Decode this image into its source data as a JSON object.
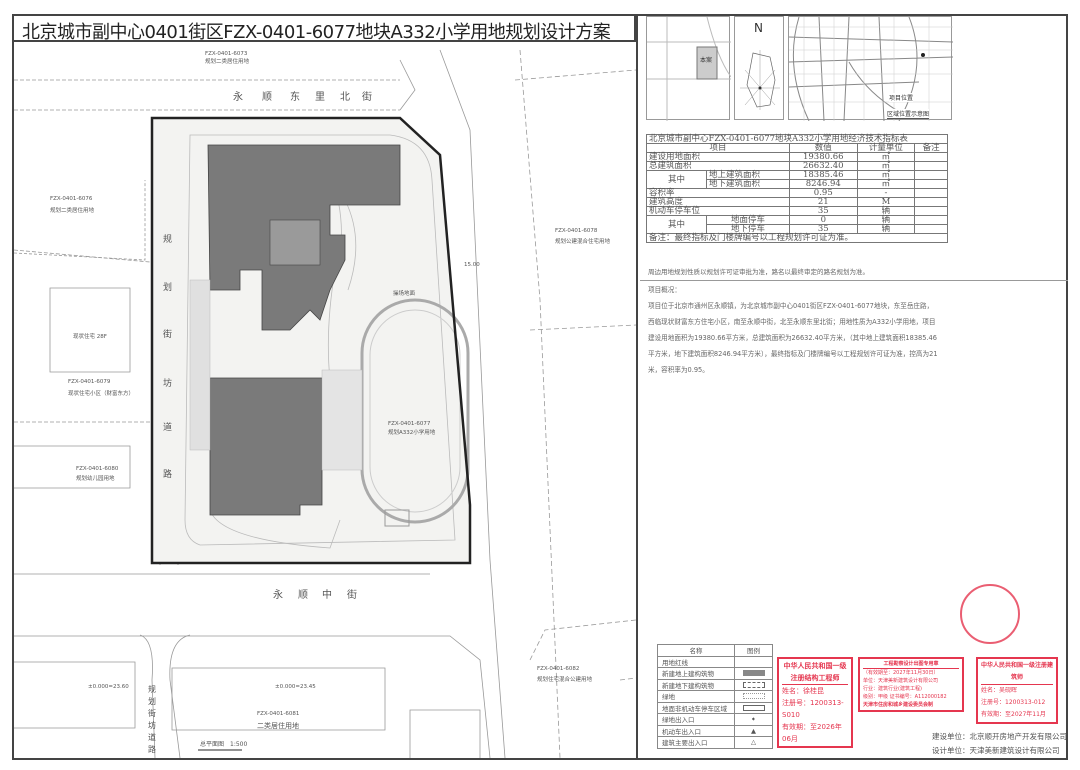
{
  "title": "北京城市副中心0401街区FZX-0401-6077地块A332小学用地规划设计方案",
  "plan": {
    "roads": {
      "north": [
        "永",
        "顺",
        "东",
        "里",
        "北",
        "街"
      ],
      "south": [
        "永",
        "顺",
        "中",
        "街"
      ],
      "west": [
        "规",
        "划",
        "街",
        "坊",
        "道",
        "路"
      ],
      "southwest": [
        "规",
        "划",
        "街",
        "坊",
        "道",
        "路"
      ]
    },
    "parcels": [
      {
        "code": "FZX-0401-6073",
        "use": "规划二类居住用地"
      },
      {
        "code": "FZX-0401-6076",
        "use": "规划二类居住用地"
      },
      {
        "code": "FZX-0401-6078",
        "use": "规划公建混合住宅用地"
      },
      {
        "code": "FZX-0401-6079",
        "use": "现状住宅小区（财富东方）"
      },
      {
        "code": "FZX-0401-6080",
        "use": "规划幼儿园用地"
      },
      {
        "code": "FZX-0401-6077",
        "use": "规划A332小学用地"
      },
      {
        "code": "FZX-0401-6081",
        "use": "二类居住用地"
      },
      {
        "code": "FZX-0401-6082",
        "use": "规划住宅混合公建用地"
      }
    ],
    "existing_housing_label": "现状住宅 28F",
    "field_label": "操场地面",
    "elevation_1": "±0.000=23.60",
    "elevation_2": "±0.000=23.45",
    "dimension_east": "15.00",
    "scale_title": "总平面图",
    "scale": "1:500"
  },
  "keymap": {
    "site_label": "本案",
    "north_label": "N",
    "project_location": "项目位置",
    "region_title": "区域位置示意图"
  },
  "index_table": {
    "title": "北京城市副中心FZX-0401-6077地块A332小学用地经济技术指标表",
    "headers": [
      "项目",
      "数值",
      "计量单位",
      "备注"
    ],
    "rows": [
      {
        "item": "建设用地面积",
        "value": "19380.66",
        "unit": "㎡"
      },
      {
        "item": "总建筑面积",
        "value": "26632.40",
        "unit": "㎡"
      },
      {
        "group": "其中",
        "item": "地上建筑面积",
        "value": "18385.46",
        "unit": "㎡"
      },
      {
        "item": "地下建筑面积",
        "value": "8246.94",
        "unit": "㎡"
      },
      {
        "item": "容积率",
        "value": "0.95",
        "unit": "-"
      },
      {
        "item": "建筑高度",
        "value": "21",
        "unit": "M"
      },
      {
        "item": "机动车停车位",
        "value": "35",
        "unit": "辆"
      },
      {
        "group": "其中",
        "item": "地面停车",
        "value": "0",
        "unit": "辆"
      },
      {
        "item": "地下停车",
        "value": "35",
        "unit": "辆"
      }
    ],
    "note": "备注：最终指标及门楼牌编号以工程规划许可证为准。"
  },
  "surrounding_note": "周边用地规划性质以规划许可证审批为准，路名以最终审定的路名规划为准。",
  "overview": {
    "heading": "项目概况：",
    "body": "项目位于北京市通州区永顺镇，为北京城市副中心0401街区FZX-0401-6077地块，东至岳庄路，西临现状财富东方住宅小区，南至永顺中街，北至永顺东里北街；用地性质为A332小学用地，项目建设用地面积为19380.66平方米，总建筑面积为26632.40平方米，（其中地上建筑面积18385.46平方米，地下建筑面积8246.94平方米），最终指标及门楼牌编号以工程规划许可证为准，控高为21米，容积率为0.95。"
  },
  "legend": {
    "headers": [
      "名称",
      "图例"
    ],
    "items": [
      "用地红线",
      "新建地上建构筑物",
      "新建地下建构筑物",
      "绿地",
      "地面非机动车停车区域",
      "绿地出入口",
      "机动车出入口",
      "建筑主要出入口"
    ]
  },
  "stamps": [
    {
      "title": "中华人民共和国一级注册结构工程师",
      "lines": [
        "姓名：徐桂昆",
        "注册号：1200313-S010",
        "有效期：至2026年06月"
      ]
    },
    {
      "title": "工程勘察设计出图专用章",
      "lines": [
        "（有效期至：2027年11月30日）",
        "单位：天津美新建筑设计有限公司",
        "行业：建筑行业(建筑工程)",
        "级别：甲级  证书编号：A112000182",
        "天津市住房和城乡建设委员会制"
      ]
    },
    {
      "title": "中华人民共和国一级注册建筑师",
      "lines": [
        "姓名：吴砚晖",
        "注册号：1200313-012",
        "有效期：至2027年11月"
      ]
    }
  ],
  "developer": "建设单位：北京顺开房地产开发有限公司",
  "designer": "设计单位：天津美新建筑设计有限公司",
  "colors": {
    "building": "#7a7a7a",
    "stamp": "#e5364f",
    "frame": "#444444"
  }
}
